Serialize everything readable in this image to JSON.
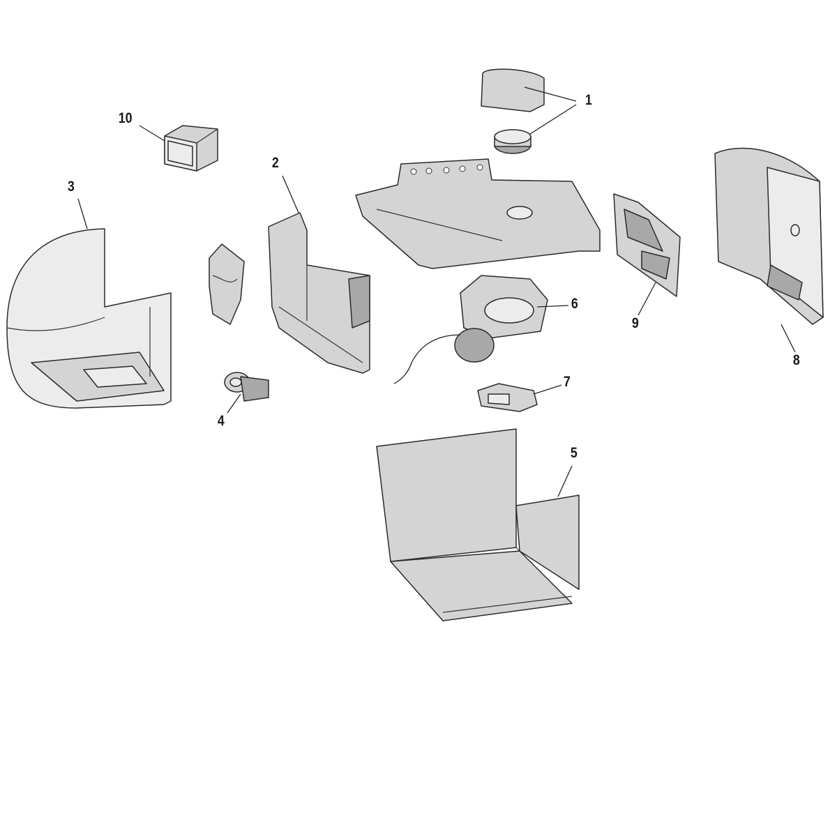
{
  "diagram": {
    "type": "exploded-parts-view",
    "callouts": [
      "1",
      "2",
      "3",
      "4",
      "5",
      "6",
      "7",
      "8",
      "9",
      "10"
    ]
  },
  "colors": {
    "part_fill": "#d4d4d4",
    "outline": "#2a2a2a",
    "background": "#ffffff"
  }
}
